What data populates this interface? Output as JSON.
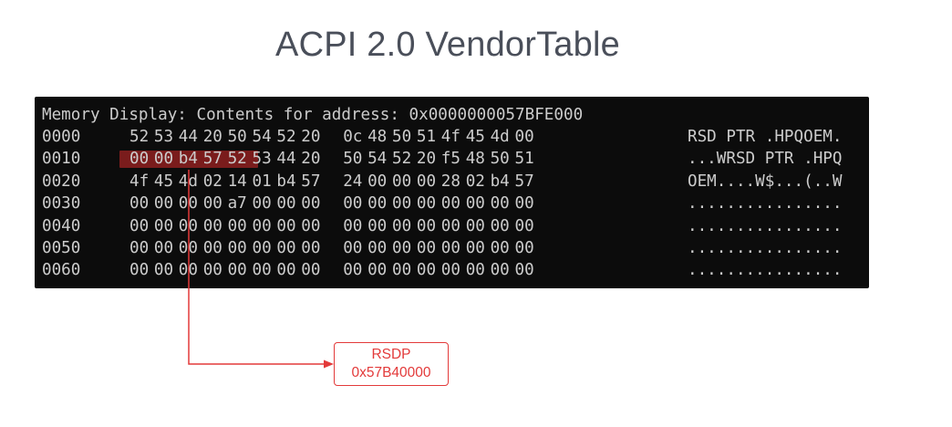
{
  "title": "ACPI 2.0 VendorTable",
  "memory_display": {
    "header": "Memory Display: Contents for address: 0x0000000057BFE000",
    "rows": [
      {
        "offset": "0000",
        "bytes": [
          "52",
          "53",
          "44",
          "20",
          "50",
          "54",
          "52",
          "20",
          "0c",
          "48",
          "50",
          "51",
          "4f",
          "45",
          "4d",
          "00"
        ],
        "ascii": "RSD PTR .HPQOEM."
      },
      {
        "offset": "0010",
        "bytes": [
          "00",
          "00",
          "b4",
          "57",
          "52",
          "53",
          "44",
          "20",
          "50",
          "54",
          "52",
          "20",
          "f5",
          "48",
          "50",
          "51"
        ],
        "ascii": "...WRSD PTR .HPQ"
      },
      {
        "offset": "0020",
        "bytes": [
          "4f",
          "45",
          "4d",
          "02",
          "14",
          "01",
          "b4",
          "57",
          "24",
          "00",
          "00",
          "00",
          "28",
          "02",
          "b4",
          "57"
        ],
        "ascii": "OEM....W$...(..W"
      },
      {
        "offset": "0030",
        "bytes": [
          "00",
          "00",
          "00",
          "00",
          "a7",
          "00",
          "00",
          "00",
          "00",
          "00",
          "00",
          "00",
          "00",
          "00",
          "00",
          "00"
        ],
        "ascii": "................"
      },
      {
        "offset": "0040",
        "bytes": [
          "00",
          "00",
          "00",
          "00",
          "00",
          "00",
          "00",
          "00",
          "00",
          "00",
          "00",
          "00",
          "00",
          "00",
          "00",
          "00"
        ],
        "ascii": "................"
      },
      {
        "offset": "0050",
        "bytes": [
          "00",
          "00",
          "00",
          "00",
          "00",
          "00",
          "00",
          "00",
          "00",
          "00",
          "00",
          "00",
          "00",
          "00",
          "00",
          "00"
        ],
        "ascii": "................"
      },
      {
        "offset": "0060",
        "bytes": [
          "00",
          "00",
          "00",
          "00",
          "00",
          "00",
          "00",
          "00",
          "00",
          "00",
          "00",
          "00",
          "00",
          "00",
          "00",
          "00"
        ],
        "ascii": "................"
      }
    ],
    "highlight_row": 1,
    "highlight_bytes": [
      0,
      1,
      2,
      3
    ]
  },
  "callout": {
    "label": "RSDP",
    "value": "0x57B40000"
  },
  "colors": {
    "terminal_bg": "#0c0c0c",
    "terminal_text": "#cccccc",
    "highlight": "#7a1c1c",
    "annotation": "#e33a3a",
    "title": "#4a4f5a"
  }
}
